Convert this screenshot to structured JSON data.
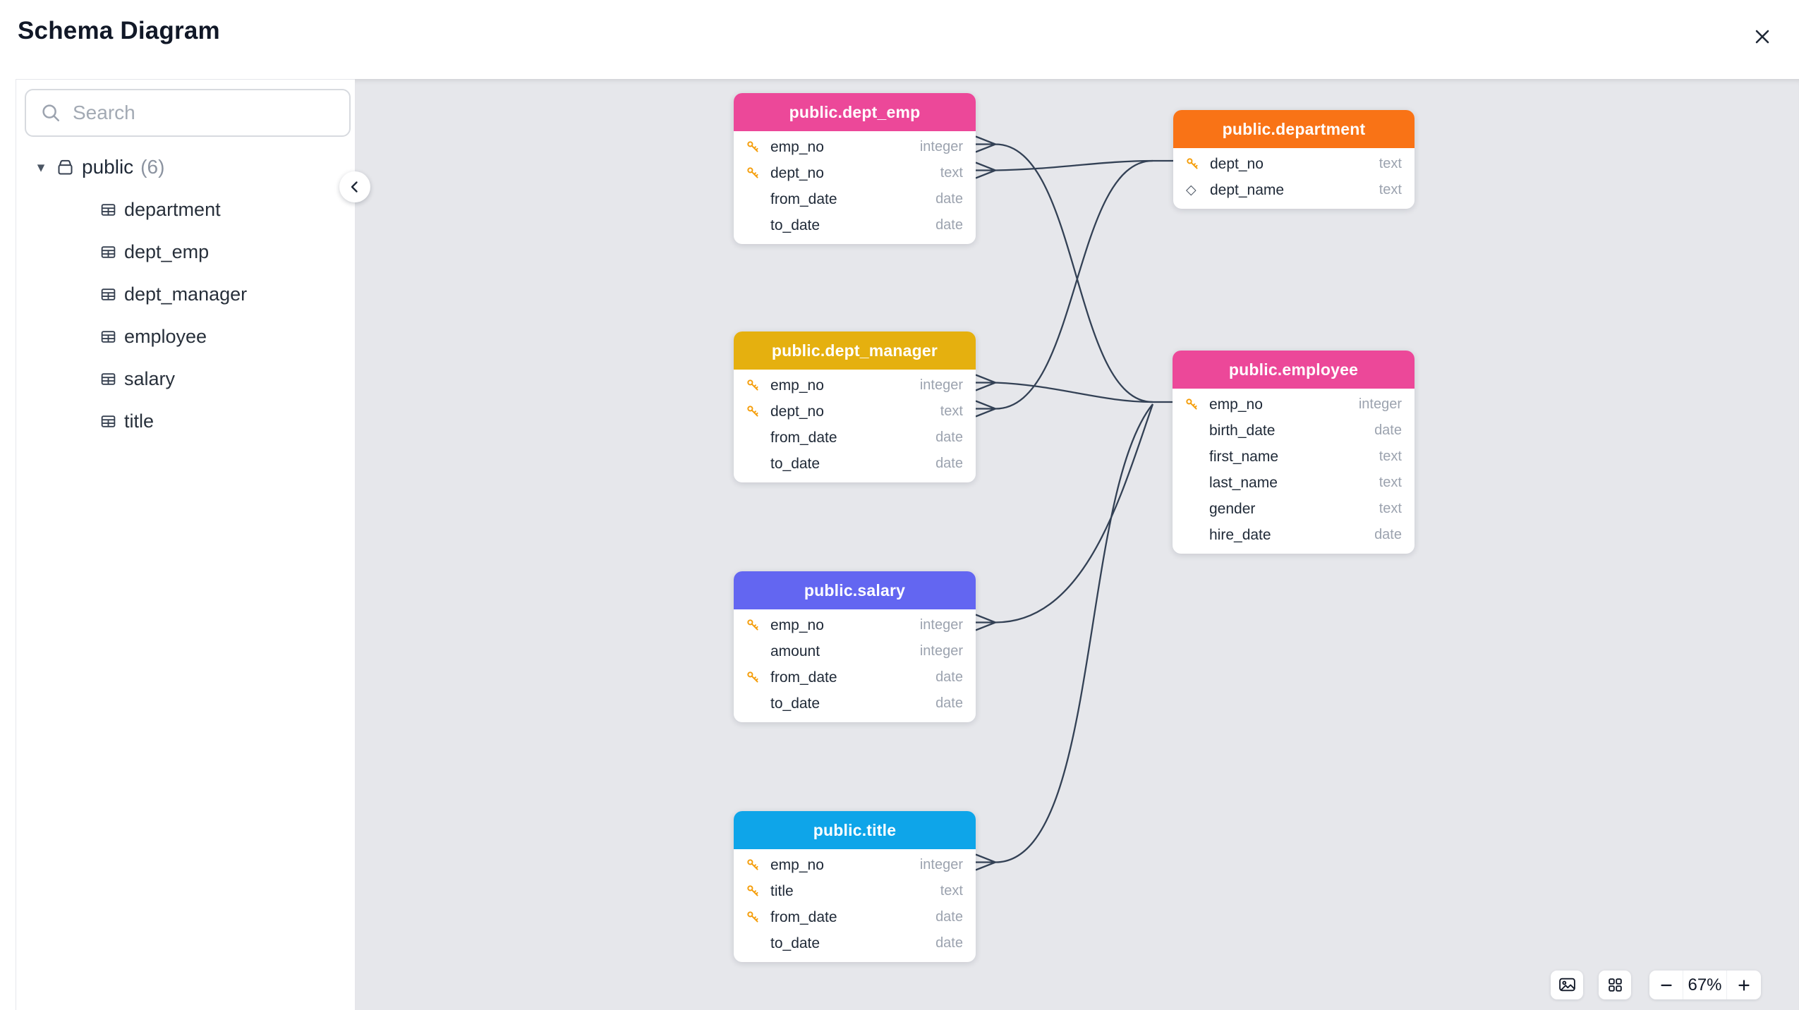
{
  "header": {
    "title": "Schema Diagram"
  },
  "sidebar": {
    "search": {
      "placeholder": "Search"
    },
    "schema": {
      "label": "public",
      "count": "(6)"
    },
    "tables": [
      {
        "label": "department"
      },
      {
        "label": "dept_emp"
      },
      {
        "label": "dept_manager"
      },
      {
        "label": "employee"
      },
      {
        "label": "salary"
      },
      {
        "label": "title"
      }
    ]
  },
  "canvas": {
    "background_color": "#e6e7eb",
    "connector_color": "#334155",
    "tables": [
      {
        "title": "public.dept_emp",
        "header_color": "#ec4899",
        "columns": [
          {
            "name": "emp_no",
            "type": "integer",
            "icon": "primary-key"
          },
          {
            "name": "dept_no",
            "type": "text",
            "icon": "primary-key"
          },
          {
            "name": "from_date",
            "type": "date",
            "icon": ""
          },
          {
            "name": "to_date",
            "type": "date",
            "icon": ""
          }
        ]
      },
      {
        "title": "public.department",
        "header_color": "#f97316",
        "columns": [
          {
            "name": "dept_no",
            "type": "text",
            "icon": "primary-key"
          },
          {
            "name": "dept_name",
            "type": "text",
            "icon": "unique-diamond"
          }
        ]
      },
      {
        "title": "public.dept_manager",
        "header_color": "#e5b00f",
        "columns": [
          {
            "name": "emp_no",
            "type": "integer",
            "icon": "primary-key"
          },
          {
            "name": "dept_no",
            "type": "text",
            "icon": "primary-key"
          },
          {
            "name": "from_date",
            "type": "date",
            "icon": ""
          },
          {
            "name": "to_date",
            "type": "date",
            "icon": ""
          }
        ]
      },
      {
        "title": "public.employee",
        "header_color": "#ec4899",
        "columns": [
          {
            "name": "emp_no",
            "type": "integer",
            "icon": "primary-key"
          },
          {
            "name": "birth_date",
            "type": "date",
            "icon": ""
          },
          {
            "name": "first_name",
            "type": "text",
            "icon": ""
          },
          {
            "name": "last_name",
            "type": "text",
            "icon": ""
          },
          {
            "name": "gender",
            "type": "text",
            "icon": ""
          },
          {
            "name": "hire_date",
            "type": "date",
            "icon": ""
          }
        ]
      },
      {
        "title": "public.salary",
        "header_color": "#6366f1",
        "columns": [
          {
            "name": "emp_no",
            "type": "integer",
            "icon": "primary-key"
          },
          {
            "name": "amount",
            "type": "integer",
            "icon": ""
          },
          {
            "name": "from_date",
            "type": "date",
            "icon": "primary-key"
          },
          {
            "name": "to_date",
            "type": "date",
            "icon": ""
          }
        ]
      },
      {
        "title": "public.title",
        "header_color": "#0ea5e9",
        "columns": [
          {
            "name": "emp_no",
            "type": "integer",
            "icon": "primary-key"
          },
          {
            "name": "title",
            "type": "text",
            "icon": "primary-key"
          },
          {
            "name": "from_date",
            "type": "date",
            "icon": "primary-key"
          },
          {
            "name": "to_date",
            "type": "date",
            "icon": ""
          }
        ]
      }
    ],
    "relationships": [
      {
        "from": "public.dept_emp.emp_no",
        "to": "public.employee.emp_no"
      },
      {
        "from": "public.dept_emp.dept_no",
        "to": "public.department.dept_no"
      },
      {
        "from": "public.dept_manager.emp_no",
        "to": "public.employee.emp_no"
      },
      {
        "from": "public.dept_manager.dept_no",
        "to": "public.department.dept_no"
      },
      {
        "from": "public.salary.emp_no",
        "to": "public.employee.emp_no"
      },
      {
        "from": "public.title.emp_no",
        "to": "public.employee.emp_no"
      }
    ]
  },
  "controls": {
    "zoom_level": "67%"
  }
}
